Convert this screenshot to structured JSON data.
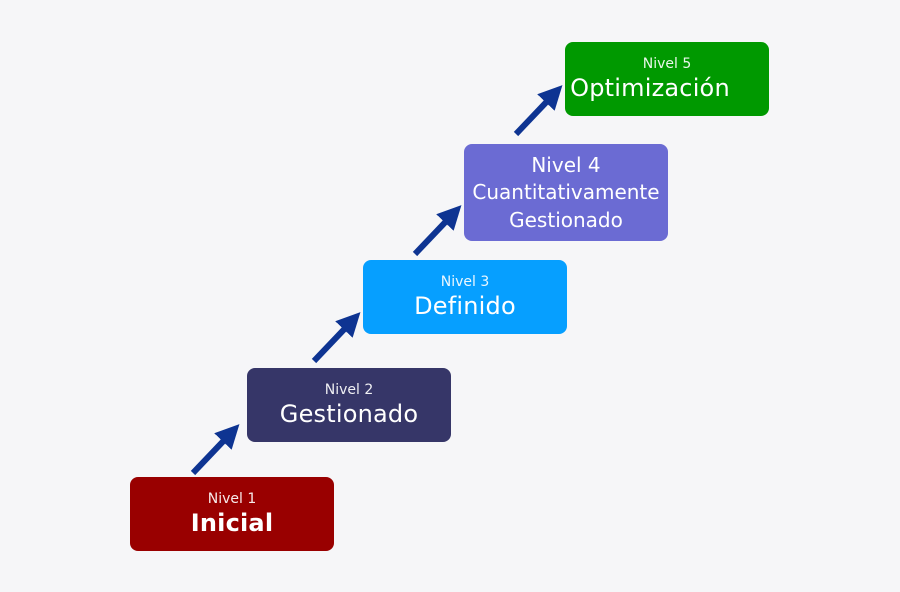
{
  "colors": {
    "background": "#f6f6f8",
    "arrow": "#0e3492",
    "text": "#ffffff"
  },
  "levels": [
    {
      "tag": "Nivel 1",
      "name": "Inicial",
      "color": "#990000"
    },
    {
      "tag": "Nivel 2",
      "name": "Gestionado",
      "color": "#363668"
    },
    {
      "tag": "Nivel 3",
      "name": "Definido",
      "color": "#069fff"
    },
    {
      "tag": "Nivel 4",
      "name_line1": "Cuantitativamente",
      "name_line2": "Gestionado",
      "color": "#6b6bd3"
    },
    {
      "tag": "Nivel 5",
      "name": "Optimización",
      "color": "#009900"
    }
  ]
}
